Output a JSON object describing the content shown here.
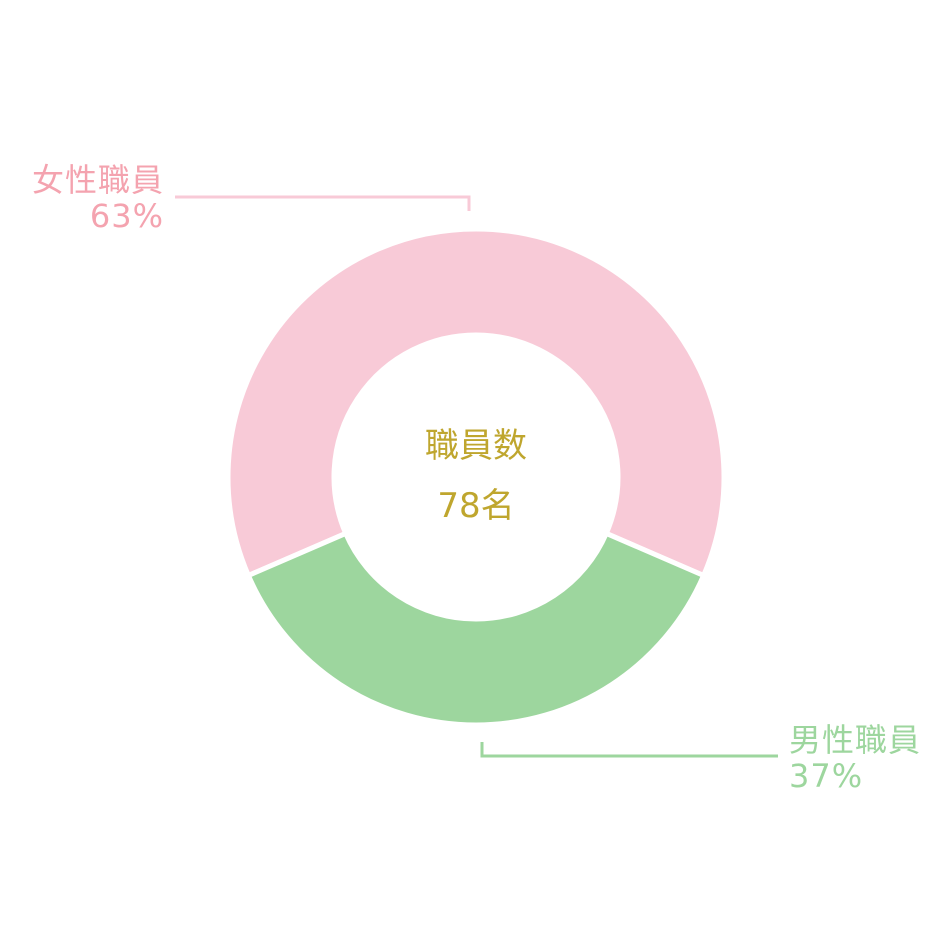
{
  "chart_data": {
    "type": "pie",
    "variant": "donut",
    "title": "職員数",
    "total_label": "78名",
    "slices": [
      {
        "name": "女性職員",
        "value": 63,
        "label": "63%",
        "color": "#F8CAD7",
        "text_color": "#F4A3AF"
      },
      {
        "name": "男性職員",
        "value": 37,
        "label": "37%",
        "color": "#9DD69E",
        "text_color": "#9DD69E"
      }
    ],
    "center_text_color": "#BFA62E"
  }
}
